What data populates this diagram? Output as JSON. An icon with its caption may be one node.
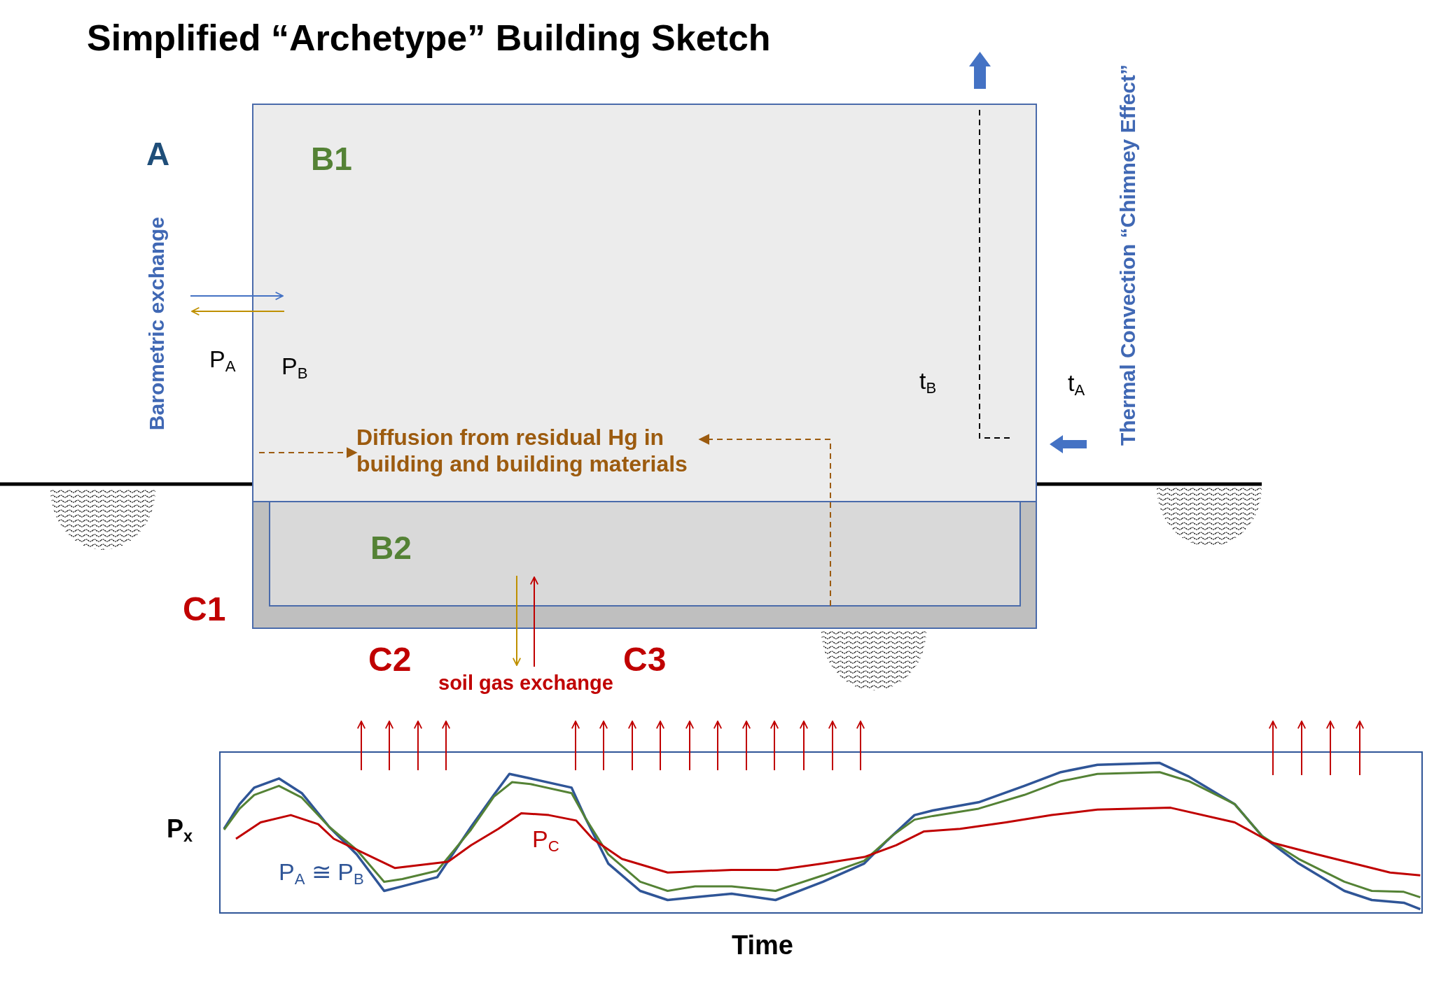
{
  "diagram": {
    "title": "Simplified “Archetype” Building Sketch",
    "nodes": [
      {
        "text": [
          "B1",
          "P$_{B}$",
          "t$_{B}$"
        ]
      },
      {
        "text": [
          "Diffusion from residual Hg in building and building materials"
        ],
        "in": 0
      },
      {
        "text": [],
        "shape": "semicircle"
      },
      {
        "text": [],
        "shape": "semicircle"
      },
      {
        "text": [],
        "shape": "box"
      },
      {
        "text": [
          "B2"
        ],
        "in": 4
      },
      {
        "text": [],
        "shape": "semicircle"
      },
      {
        "text": [
          "P$_{C}$",
          "P$_{A}$ ≅ P$_{B}$"
        ],
        "beside": [
          "P$_{x}$",
          "Time"
        ]
      }
    ],
    "edges": [
      {
        "from": null,
        "to": 1,
        "arrow": "to",
        "style": "dashed"
      },
      {
        "from": 5,
        "to": 1,
        "arrow": "to",
        "style": "dashed"
      }
    ],
    "labels": [
      "A",
      "Barometric exchange",
      "P$_{A}$",
      "t$_{A}$",
      "Thermal Convection “Chimney Effect”",
      "C1",
      "C2",
      "soil gas exchange",
      "C3"
    ]
  }
}
